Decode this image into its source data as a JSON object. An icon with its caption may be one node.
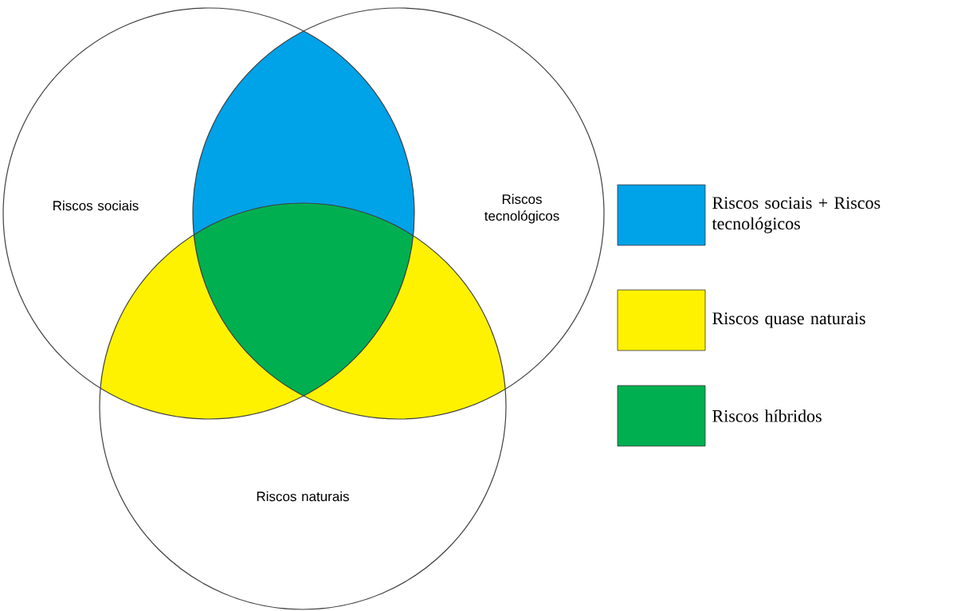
{
  "diagram": {
    "nodes": [
      {
        "text": [
          "Riscos sociais"
        ]
      },
      {
        "text": [
          "Riscos tecnológicos"
        ]
      },
      {
        "text": [
          "Riscos naturais"
        ]
      }
    ],
    "legend": [
      {
        "text": "Riscos sociais + Riscos tecnológicos",
        "color": "#00a2e8"
      },
      {
        "text": "Riscos quase naturais",
        "color": "#fff200"
      },
      {
        "text": "Riscos híbridos",
        "color": "#00b050"
      }
    ]
  }
}
